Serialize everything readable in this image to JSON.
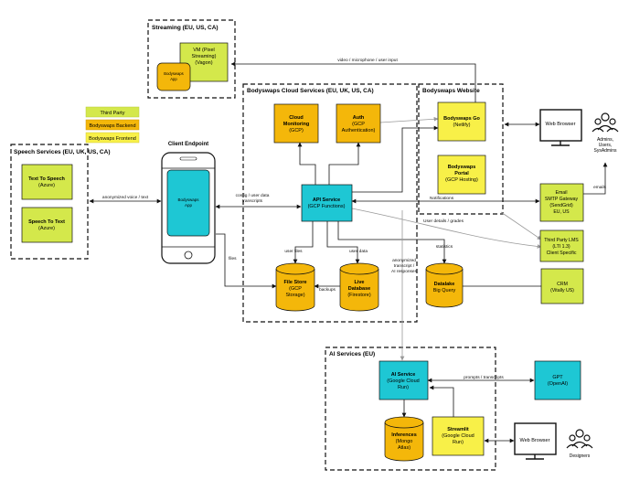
{
  "groups": {
    "streaming": "Streaming (EU, US, CA)",
    "cloud": "Bodyswaps Cloud Services (EU, UK, US, CA)",
    "website": "Bodyswaps Website",
    "speech": "Speech Services (EU, UK, US, CA)",
    "ai": "AI Services (EU)"
  },
  "legend": {
    "third_party": "Third Party",
    "backend": "Bodyswaps Backend",
    "frontend": "Bodyswaps Frontend"
  },
  "nodes": {
    "vm": [
      "VM (Pixel",
      "Streaming)",
      "(Vagon)"
    ],
    "bodyswaps_app_small": [
      "Bodyswaps",
      "App"
    ],
    "cloud_monitoring": [
      "Cloud",
      "Monitoring",
      "(GCP)"
    ],
    "auth": [
      "Auth",
      "(GCP",
      "Authentication)"
    ],
    "bodyswaps_go": [
      "Bodyswaps Go",
      "(Netlify)"
    ],
    "bodyswaps_portal": [
      "Bodyswaps",
      "Portal",
      "(GCP Hosting)"
    ],
    "client_endpoint": "Client Endpoint",
    "phone_app": [
      "Bodyswaps",
      "App"
    ],
    "api_service": [
      "API Service",
      "(GCP Functions)"
    ],
    "text_to_speech": [
      "Text To Speech",
      "(Azure)"
    ],
    "speech_to_text": [
      "Speech To Text",
      "(Azure)"
    ],
    "file_store": [
      "File Store",
      "(GCP",
      "Storage)"
    ],
    "live_database": [
      "Live",
      "Database",
      "(Firestore)"
    ],
    "datalake": [
      "Datalake",
      "Big Query"
    ],
    "web_browser_top": "Web Browser",
    "admins": [
      "Admins,",
      "Users,",
      "SysAdmins"
    ],
    "email": [
      "Email",
      "SMTP Gateway",
      "(SendGrid)",
      "EU, US"
    ],
    "lms": [
      "Third Party LMS",
      "(LTI 1.3)",
      "Client Specific"
    ],
    "crm": [
      "CRM",
      "(Vitally US)"
    ],
    "ai_service": [
      "AI Service",
      "(Google Cloud",
      "Run)"
    ],
    "gpt": [
      "GPT",
      "(OpenAI)"
    ],
    "inferences": [
      "Inferences",
      "(Mongo",
      "Atlas)"
    ],
    "streamlit": [
      "Streamlit",
      "(Google Cloud",
      "Run)"
    ],
    "web_browser_bottom": "Web Browser",
    "designers": "Designers"
  },
  "edges": {
    "video": "video / microphone / user input",
    "anon_voice": "anonymized voice / text",
    "config": [
      "config / user data",
      "transcripts"
    ],
    "files": "files",
    "notifications": "Notifications",
    "user_details": "User details / grades",
    "emails": "emails",
    "user_files": "user files",
    "user_data": "user data",
    "statistics": "statistics",
    "backups": "backups",
    "anon_transcript": [
      "anonymized",
      "transcript /",
      "AI responses"
    ],
    "prompts": "prompts / transcripts"
  },
  "colors": {
    "third_party": "#d4e84b",
    "backend": "#f4b70a",
    "frontend": "#f8f048",
    "service": "#1ec7d4"
  }
}
